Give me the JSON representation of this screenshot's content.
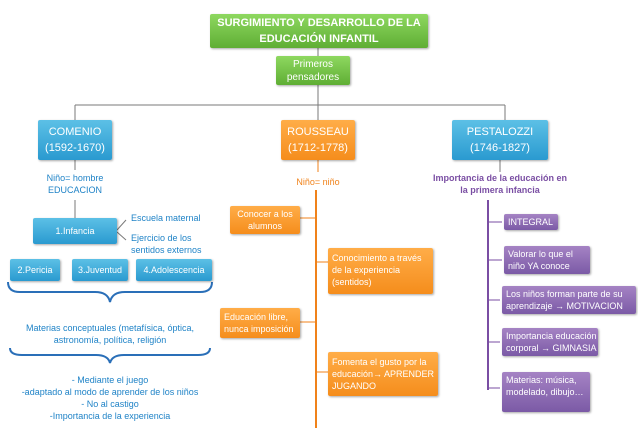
{
  "title": "SURGIMIENTO Y DESARROLLO DE LA EDUCACIÓN INFANTIL",
  "subtitle": "Primeros pensadores",
  "comenio": {
    "name": "COMENIO",
    "dates": "(1592-1670)",
    "principle": "Niño= hombre EDUCACION",
    "infancia": "1.Infancia",
    "escuela": "Escuela maternal",
    "ejercicio": "Ejercicio de los sentidos externos",
    "stages": [
      "2.Pericia",
      "3.Juventud",
      "4.Adolescencia"
    ],
    "materias": "Materias conceptuales (metafísica, óptica, astronomía, política, religión",
    "points": [
      "- Mediante el juego",
      "-adaptado al modo de aprender de los niños",
      "- No al castigo",
      "-Importancia de la experiencia"
    ]
  },
  "rousseau": {
    "name": "ROUSSEAU",
    "dates": "(1712-1778)",
    "principle": "Niño= niño",
    "items": [
      "Conocer a los alumnos",
      "Conocimiento a través de la experiencia (sentidos)",
      "Educación libre, nunca imposición",
      "Fomenta el gusto por la educación→ APRENDER JUGANDO"
    ]
  },
  "pestalozzi": {
    "name": "PESTALOZZI",
    "dates": "(1746-1827)",
    "principle": "Importancia de la educación en la primera infancia",
    "items": [
      "INTEGRAL",
      "Valorar lo que el niño YA conoce",
      "Los niños forman parte de su aprendizaje → MOTIVACION",
      "Importancia educación corporal → GIMNASIA",
      "Materias: música, modelado, dibujo…"
    ]
  },
  "colors": {
    "green": "#6fbf42",
    "blue": "#2a9ad0",
    "orange": "#f58d1c",
    "purple": "#7b5aa6"
  }
}
